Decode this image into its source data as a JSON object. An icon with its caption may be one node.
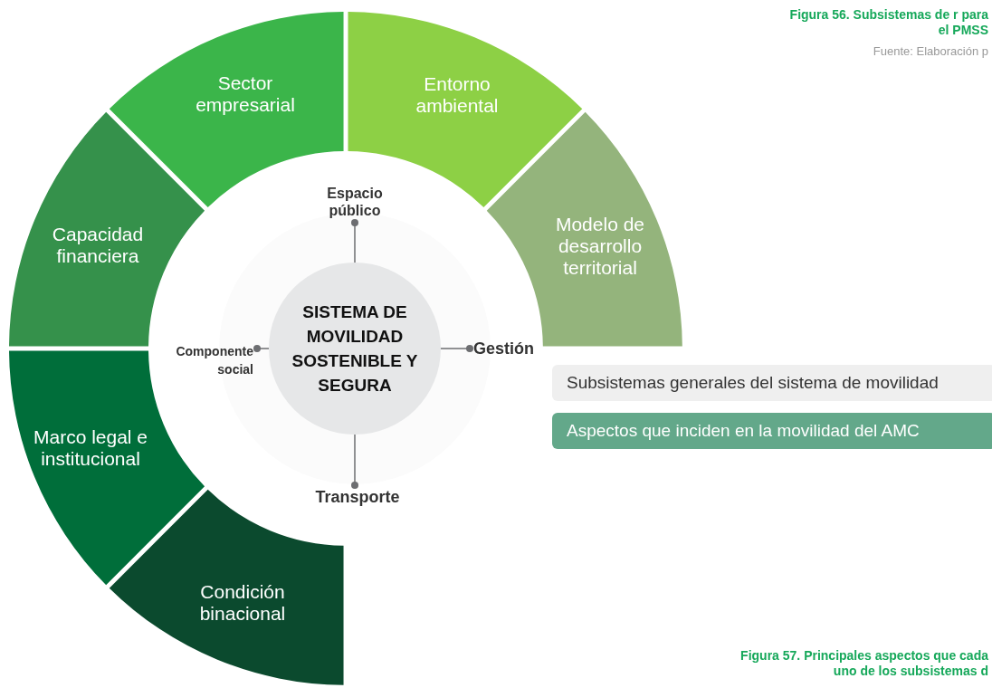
{
  "diagram": {
    "nodes": [
      {
        "text": [
          "SISTEMA DE MOVILIDAD SOSTENIBLE Y SEGURA"
        ]
      },
      {
        "text": [
          "Sector empresarial"
        ]
      },
      {
        "text": [
          "Entorno ambiental"
        ]
      },
      {
        "text": [
          "Capacidad financiera"
        ]
      },
      {
        "text": [
          "Modelo de desarrollo territorial"
        ]
      },
      {
        "text": [
          "Marco legal e institucional"
        ]
      },
      {
        "text": [
          "Condición binacional"
        ]
      },
      {
        "text": [
          "Espacio público"
        ]
      },
      {
        "text": [
          "Componente social"
        ]
      },
      {
        "text": [
          "Gestión"
        ]
      },
      {
        "text": [
          "Transporte"
        ]
      },
      {
        "text": [
          "Subsistemas generales del sistema de movilidad"
        ]
      },
      {
        "text": [
          "Aspectos que inciden en la movilidad del AMC"
        ]
      }
    ],
    "edges": [
      {
        "from": 0,
        "to": 7,
        "arrow": "other"
      },
      {
        "from": 0,
        "to": 8,
        "arrow": "other"
      },
      {
        "from": 0,
        "to": 9,
        "arrow": "other"
      },
      {
        "from": 0,
        "to": 10,
        "arrow": "other"
      }
    ],
    "labels": [
      "Figura 56. Subsistemas de r para el PMSS",
      "Fuente: Elaboración p",
      "Figura 57. Principales aspectos que cada uno de los subsistemas d"
    ]
  }
}
